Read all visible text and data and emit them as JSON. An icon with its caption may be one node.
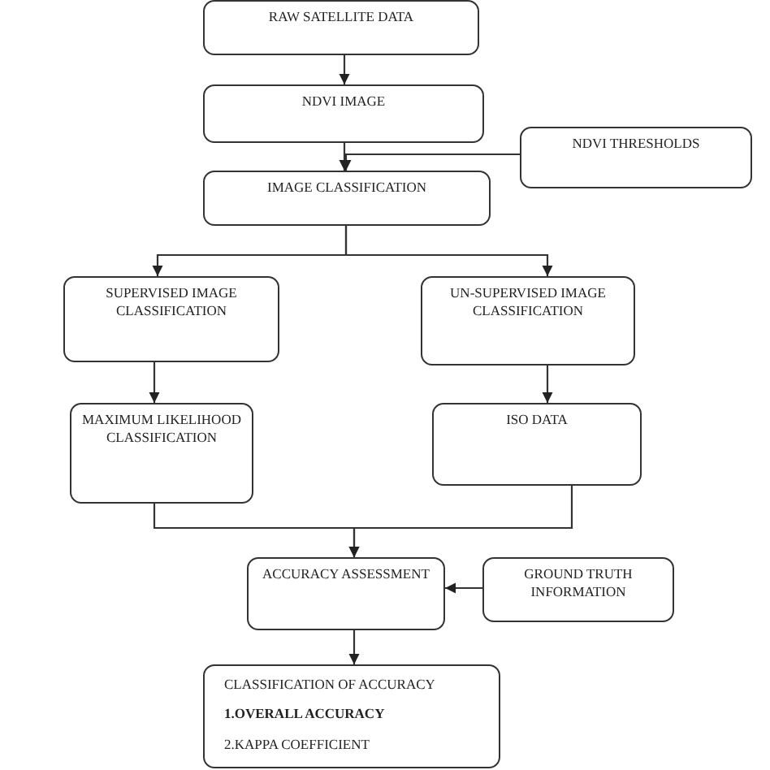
{
  "diagram": {
    "nodes": [
      {
        "text": [
          "RAW SATELLITE DATA"
        ]
      },
      {
        "text": [
          "NDVI IMAGE"
        ]
      },
      {
        "text": [
          "NDVI THRESHOLDS"
        ]
      },
      {
        "text": [
          "IMAGE CLASSIFICATION"
        ]
      },
      {
        "text": [
          "SUPERVISED IMAGE CLASSIFICATION"
        ]
      },
      {
        "text": [
          "UN-SUPERVISED IMAGE CLASSIFICATION"
        ]
      },
      {
        "text": [
          "MAXIMUM LIKELIHOOD CLASSIFICATION"
        ]
      },
      {
        "text": [
          "ISO DATA"
        ]
      },
      {
        "text": [
          "ACCURACY ASSESSMENT"
        ]
      },
      {
        "text": [
          "GROUND TRUTH INFORMATION"
        ]
      },
      {
        "text": [
          "CLASSIFICATION OF ACCURACY",
          "**1.OVERALL ACCURACY**",
          "2.KAPPA COEFFICIENT"
        ]
      }
    ],
    "edges": [
      {
        "from": 0,
        "to": 1,
        "arrow": "to"
      },
      {
        "from": 1,
        "to": 3,
        "arrow": "to"
      },
      {
        "from": 2,
        "to": 3,
        "arrow": "to"
      },
      {
        "from": 3,
        "to": 4,
        "arrow": "to"
      },
      {
        "from": 3,
        "to": 5,
        "arrow": "to"
      },
      {
        "from": 4,
        "to": 6,
        "arrow": "to"
      },
      {
        "from": 5,
        "to": 7,
        "arrow": "to"
      },
      {
        "from": 6,
        "to": 8,
        "arrow": "to"
      },
      {
        "from": 7,
        "to": 8,
        "arrow": "to"
      },
      {
        "from": 9,
        "to": 8,
        "arrow": "to"
      },
      {
        "from": 8,
        "to": 10,
        "arrow": "to"
      }
    ]
  }
}
